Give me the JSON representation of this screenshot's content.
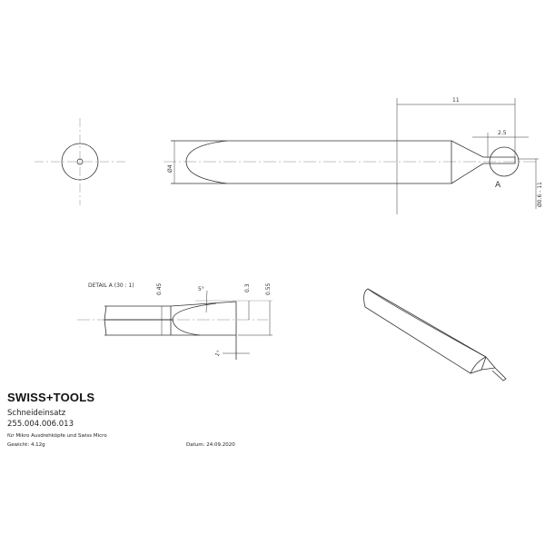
{
  "title_block": {
    "brand": "SWISS+TOOLS",
    "product_name": "Schneideinsatz",
    "article_number": "255.004.006.013",
    "description": "für Mikro Ausdrehköpfe und Swiss Micro",
    "weight": "Gewicht: 4.12g",
    "date": "Datum: 24.09.2020"
  },
  "dimensions": {
    "diameter_body": "Ø4",
    "length_tip": "11",
    "length_small": "2.5",
    "detail_marker": "A",
    "diameter_tip": "Ø0.6 - 11",
    "detail_title": "DETAIL A (30 : 1)",
    "d_045": "0.45",
    "angle_5": "5°",
    "d_03": "0.3",
    "d_055": "0.55",
    "angle_1": "1°"
  }
}
